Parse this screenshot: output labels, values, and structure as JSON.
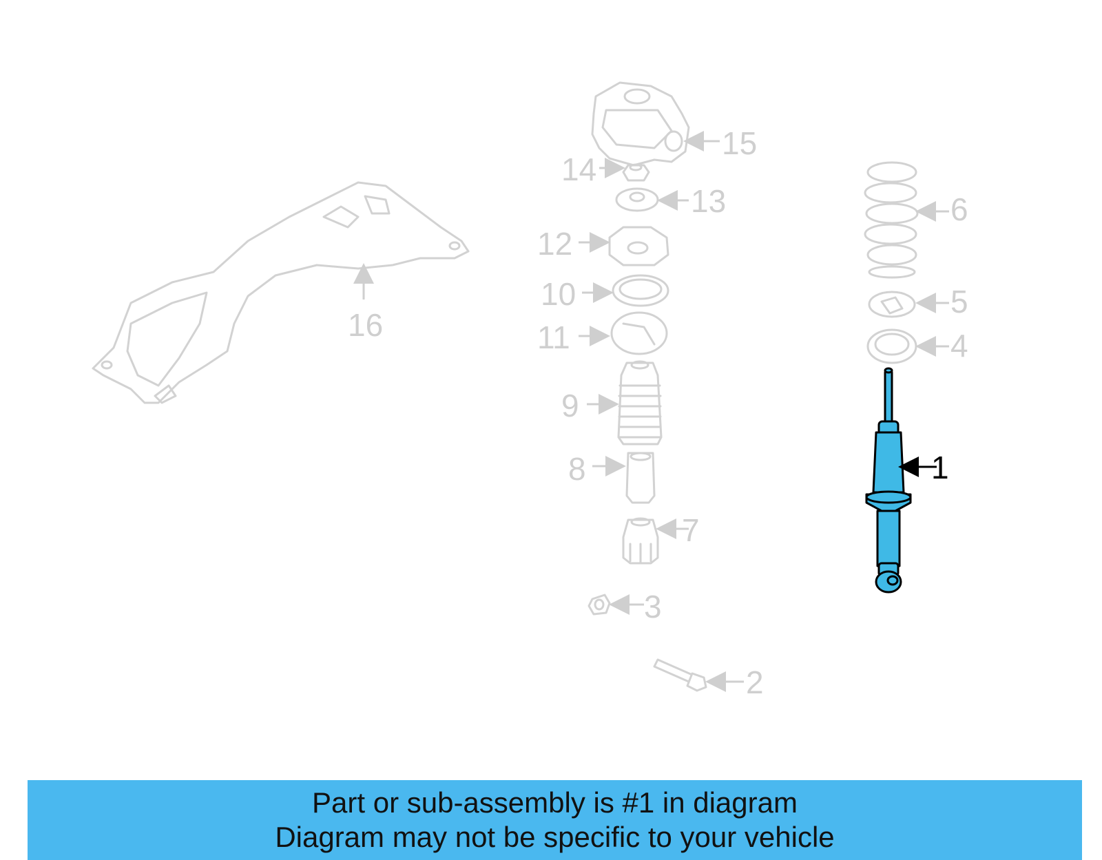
{
  "callouts": {
    "c1": "1",
    "c2": "2",
    "c3": "3",
    "c4": "4",
    "c5": "5",
    "c6": "6",
    "c7": "7",
    "c8": "8",
    "c9": "9",
    "c10": "10",
    "c11": "11",
    "c12": "12",
    "c13": "13",
    "c14": "14",
    "c15": "15",
    "c16": "16"
  },
  "highlighted_part": "1",
  "colors": {
    "highlight": "#3fb9e6",
    "banner": "#4ab8ef",
    "ghost": "#d2d2d2"
  },
  "banner": {
    "line1": "Part or sub-assembly is #1 in diagram",
    "line2": "Diagram may not be specific to your vehicle"
  }
}
